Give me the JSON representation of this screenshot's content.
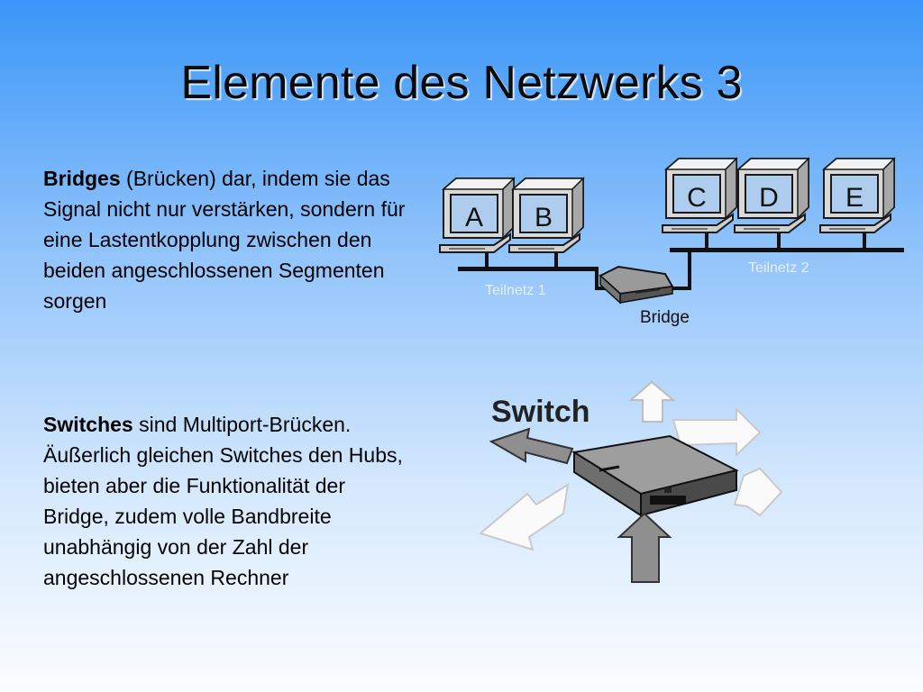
{
  "slide": {
    "title": "Elemente des Netzwerks 3"
  },
  "bridges_paragraph": {
    "term": "Bridges",
    "text": " (Brücken) dar, indem sie das Signal nicht nur verstärken, sondern für eine Lastentkopplung zwischen den beiden angeschlossenen Segmenten sorgen"
  },
  "switches_paragraph": {
    "term": "Switches",
    "text": " sind Multiport-Brücken. Äußerlich gleichen Switches den Hubs, bieten aber die Funktionalität der Bridge, zudem volle Bandbreite unabhängig von der Zahl der angeschlossenen Rechner"
  },
  "bridge_diagram": {
    "computers": [
      "A",
      "B",
      "C",
      "D",
      "E"
    ],
    "segment1_label": "Teilnetz 1",
    "segment2_label": "Teilnetz 2",
    "device_label": "Bridge"
  },
  "switch_diagram": {
    "label": "Switch"
  }
}
